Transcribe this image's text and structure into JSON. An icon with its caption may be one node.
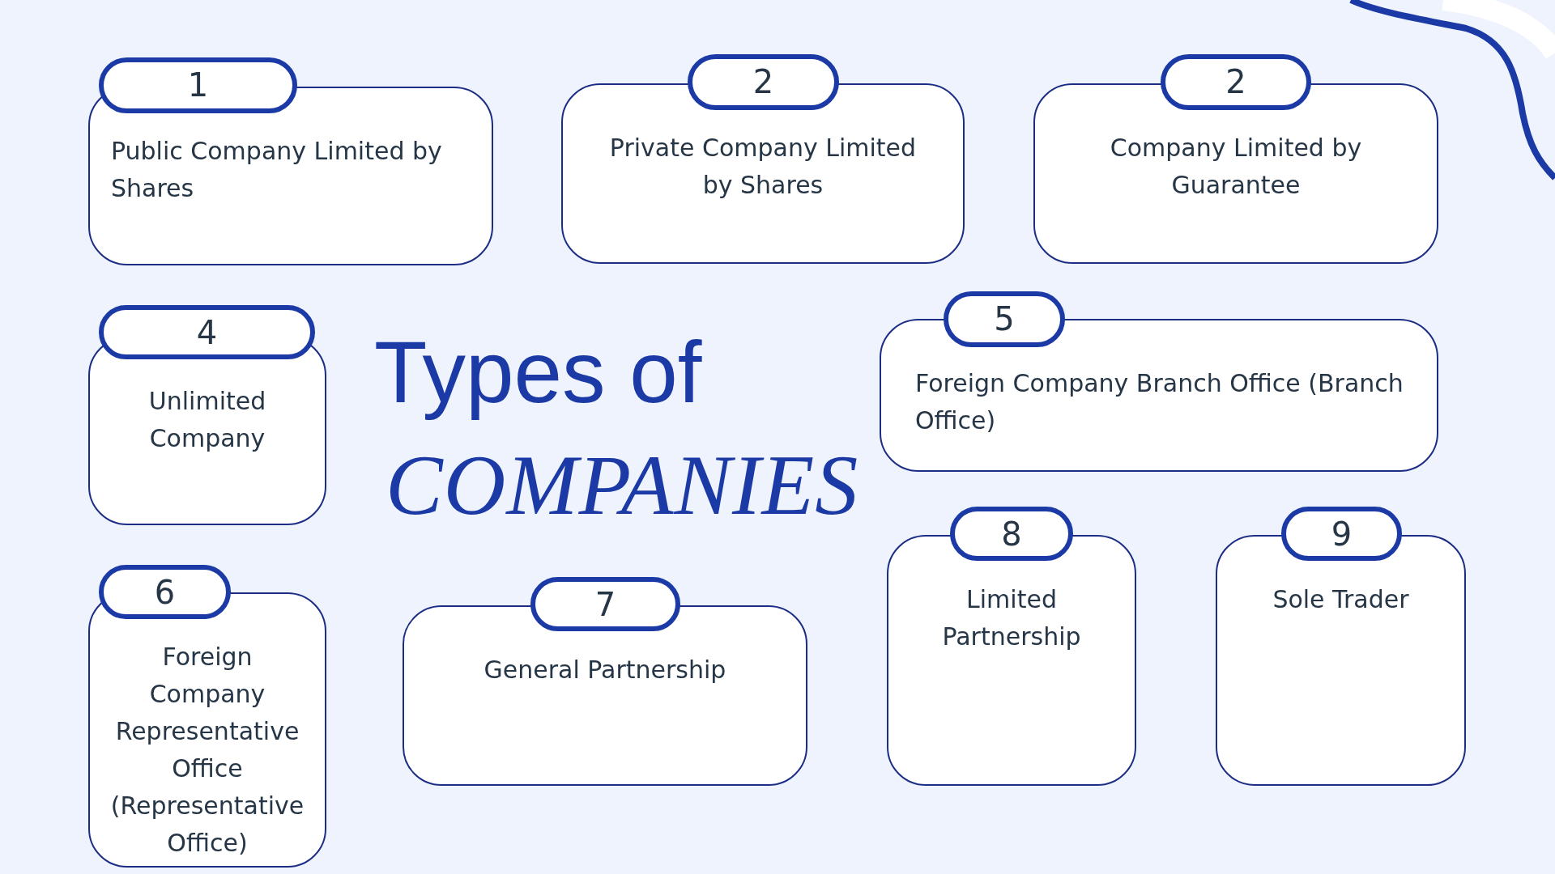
{
  "diagram": {
    "title": "Types of *COMPANIES*",
    "nodes": [
      {
        "text": [
          "1",
          "Public Company Limited by Shares"
        ]
      },
      {
        "text": [
          "2",
          "Private Company Limited by Shares"
        ]
      },
      {
        "text": [
          "2",
          "Company Limited by Guarantee"
        ]
      },
      {
        "text": [
          "4",
          "Unlimited Company"
        ]
      },
      {
        "text": [
          "5",
          "Foreign Company Branch Office (Branch Office)"
        ]
      },
      {
        "text": [
          "6",
          "Foreign Company Representative Office (Representative Office)"
        ]
      },
      {
        "text": [
          "7",
          "General Partnership"
        ]
      },
      {
        "text": [
          "8",
          "Limited Partnership"
        ]
      },
      {
        "text": [
          "9",
          "Sole Trader"
        ]
      }
    ]
  }
}
